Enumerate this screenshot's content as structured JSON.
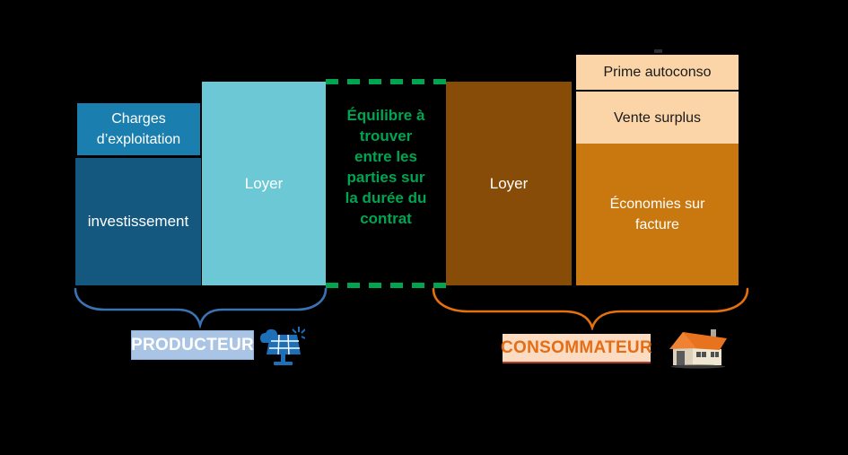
{
  "canvas": {
    "background": "#000000"
  },
  "equilibrium_note": {
    "text": "Équilibre à\ntrouver\nentre les\nparties sur\nla durée du\ncontrat",
    "color": "#00A550",
    "dash_color": "#00A550"
  },
  "producer": {
    "badge_label": "PRODUCTEUR",
    "badge_bg": "#A9C4E5",
    "badge_text_color": "#FFFFFF",
    "brace_color": "#3A73B5",
    "icon": "solar-panel-icon",
    "icon_color": "#1D6FB8",
    "bars": [
      {
        "id": "charges",
        "label": "Charges\nd’exploitation",
        "color": "#1A7FAE",
        "text_color": "#FFFFFF"
      },
      {
        "id": "investissement",
        "label": "investissement",
        "color": "#15587F",
        "text_color": "#FFFFFF"
      },
      {
        "id": "loyer",
        "label": "Loyer",
        "color": "#6CC8D5",
        "text_color": "#FFFFFF"
      }
    ]
  },
  "consumer": {
    "badge_label": "CONSOMMATEUR",
    "badge_bg": "#FBDCC2",
    "badge_text_color": "#E56D15",
    "brace_color": "#E4700E",
    "icon": "house-icon",
    "roof_color": "#E8731E",
    "bars": [
      {
        "id": "loyer",
        "label": "Loyer",
        "color": "#874D08",
        "text_color": "#FFFFFF"
      },
      {
        "id": "prime_autoconso",
        "label": "Prime autoconso",
        "color": "#FBD5A8",
        "text_color": "#1A1A1A"
      },
      {
        "id": "vente_surplus",
        "label": "Vente surplus",
        "color": "#FBD5A8",
        "text_color": "#1A1A1A"
      },
      {
        "id": "economies",
        "label": "Économies sur\nfacture",
        "color": "#C97810",
        "text_color": "#FFFFFF"
      }
    ]
  }
}
